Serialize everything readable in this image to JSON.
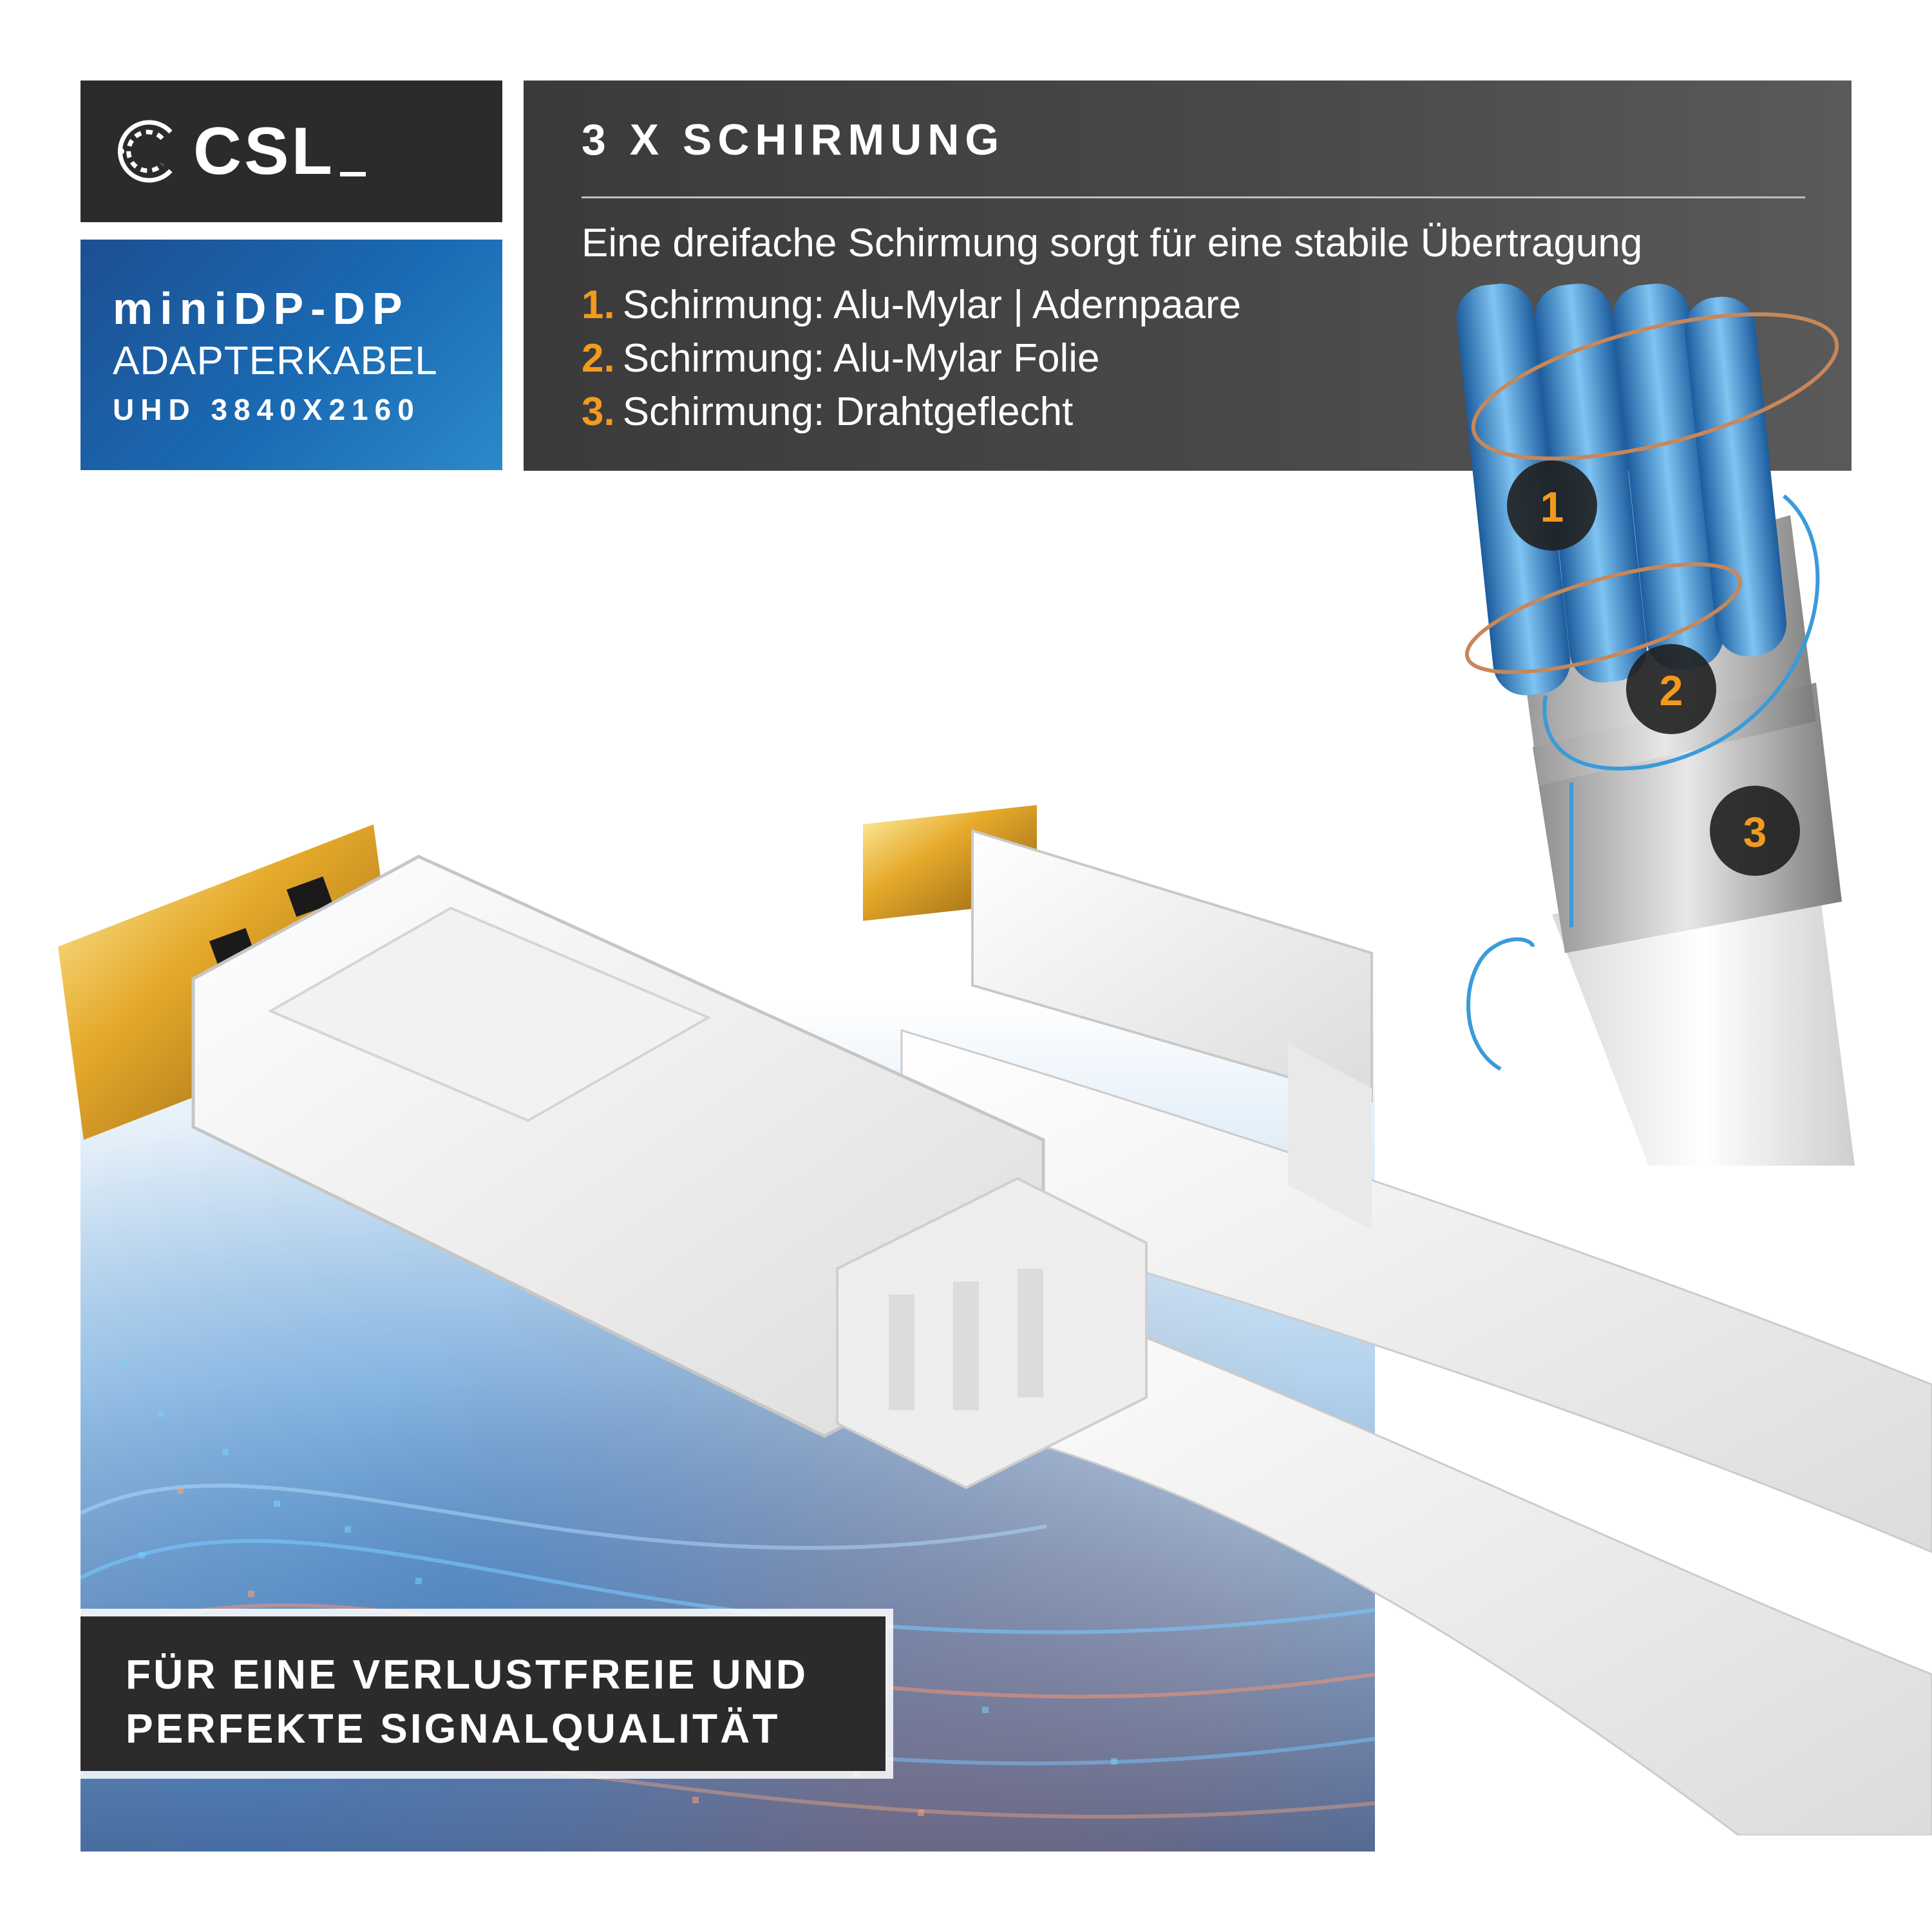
{
  "brand": {
    "logo_text": "CSL"
  },
  "product": {
    "name": "miniDP-DP",
    "type": "ADAPTERKABEL",
    "resolution": "UHD 3840X2160"
  },
  "feature": {
    "title": "3 X SCHIRMUNG",
    "subtitle": "Eine dreifache Schirmung sorgt für eine stabile Übertragung",
    "items": [
      {
        "num": "1.",
        "label": "Schirmung: Alu-Mylar | Adernpaare"
      },
      {
        "num": "2.",
        "label": "Schirmung: Alu-Mylar Folie"
      },
      {
        "num": "3.",
        "label": "Schirmung: Drahtgeflecht"
      }
    ]
  },
  "cable_markers": [
    "1",
    "2",
    "3"
  ],
  "claim": {
    "line1": "FÜR EINE VERLUSTFREIE UND",
    "line2": "PERFEKTE SIGNALQUALITÄT"
  },
  "colors": {
    "accent": "#f39a1e",
    "panel": "#3f3f3f",
    "brand_blue": "#1a6ab3",
    "ring_blue": "#3a9bd9"
  },
  "icons": {
    "logo": "csl-swirl-icon",
    "cable": "shielded-cable-cross-section",
    "connectors": "displayport-connector-icon"
  }
}
